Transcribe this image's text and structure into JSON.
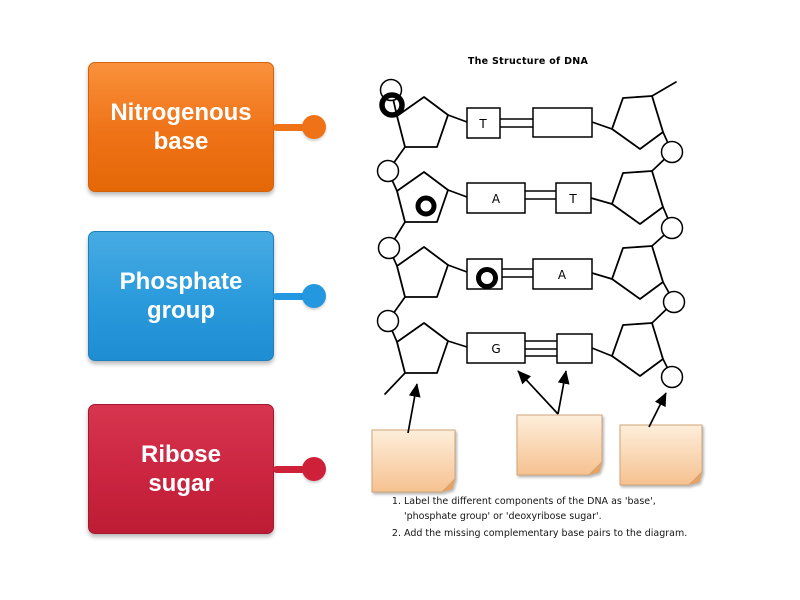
{
  "cards": [
    {
      "label": "Nitrogenous base",
      "line1": "Nitrogenous",
      "line2": "base",
      "color": "#ef7217"
    },
    {
      "label": "Phosphate group",
      "line1": "Phosphate",
      "line2": "group",
      "color": "#2397e0"
    },
    {
      "label": "Ribose sugar",
      "line1": "Ribose",
      "line2": "sugar",
      "color": "#cf2039"
    }
  ],
  "diagram": {
    "title": "The Structure of DNA",
    "rungs": [
      {
        "left_base": "T",
        "right_base": "",
        "bonds": 2
      },
      {
        "left_base": "A",
        "right_base": "T",
        "bonds": 2
      },
      {
        "left_base": "",
        "right_base": "A",
        "bonds": 2,
        "left_marker": "bold-ring"
      },
      {
        "left_base": "G",
        "right_base": "",
        "bonds": 3
      }
    ],
    "bold_ring_markers": 3,
    "answer_note_count": 3,
    "note_color": "#f6c190",
    "instructions": [
      "Label the different components of the DNA as 'base', 'phosphate group' or 'deoxyribose sugar'.",
      "Add the missing complementary base pairs to the diagram."
    ]
  }
}
